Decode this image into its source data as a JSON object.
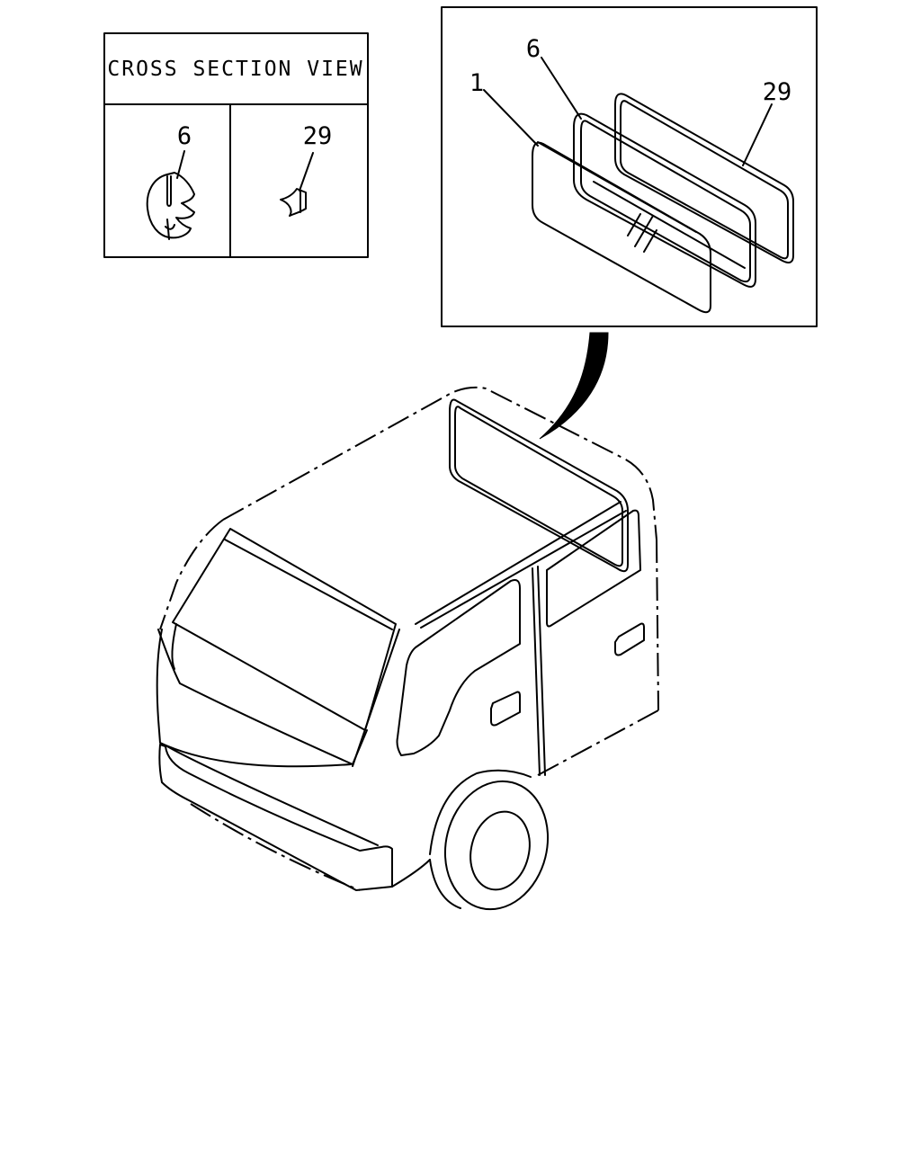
{
  "cross_section": {
    "title": "CROSS SECTION VIEW",
    "left_callout": "6",
    "right_callout": "29"
  },
  "exploded_view": {
    "callouts": [
      "1",
      "6",
      "29"
    ]
  }
}
